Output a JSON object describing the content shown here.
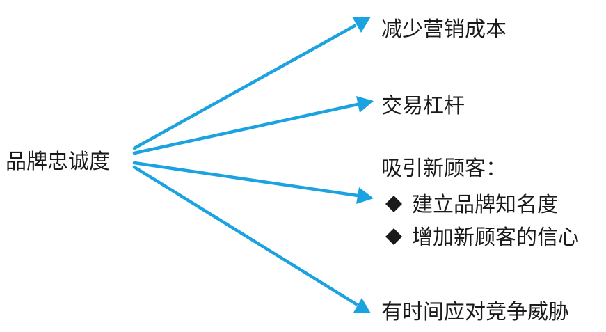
{
  "diagram": {
    "source": "品牌忠诚度",
    "targets": [
      {
        "label": "减少营销成本"
      },
      {
        "label": "交易杠杆"
      },
      {
        "label": "吸引新顾客：",
        "bullets": [
          "建立品牌知名度",
          "增加新顾客的信心"
        ]
      },
      {
        "label": "有时间应对竞争威胁"
      }
    ]
  },
  "colors": {
    "arrow": "#1aa3e0",
    "text": "#1a1a1a"
  }
}
